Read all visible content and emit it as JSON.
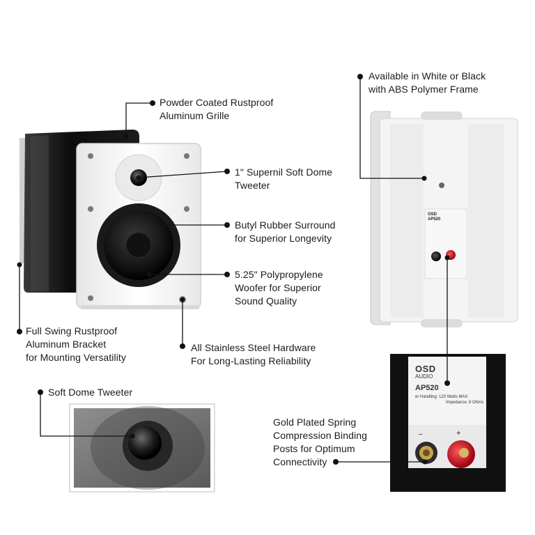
{
  "callouts": {
    "grille": [
      "Powder Coated Rustproof",
      "Aluminum Grille"
    ],
    "tweeter": [
      "1\" Supernil Soft Dome",
      "Tweeter"
    ],
    "surround": [
      "Butyl Rubber Surround",
      "for Superior Longevity"
    ],
    "woofer": [
      "5.25\" Polypropylene",
      "Woofer for Superior",
      "Sound Quality"
    ],
    "hardware": [
      "All Stainless Steel Hardware",
      "For Long-Lasting Reliability"
    ],
    "bracket": [
      "Full Swing Rustproof",
      "Aluminum Bracket",
      "for Mounting Versatility"
    ],
    "soft_dome": [
      "Soft Dome Tweeter"
    ],
    "colors": [
      "Available in White or Black",
      "with ABS Polymer Frame"
    ],
    "binding": [
      "Gold Plated Spring",
      "Compression Binding",
      "Posts for Optimum",
      "Connectivity"
    ]
  },
  "labels": {
    "brand_small": "OSD",
    "model_small": "AP520",
    "brand_large": "OSD",
    "brand_large_sub": "AUDIO",
    "model_large": "AP520",
    "spec_line1": "er Handling: 120 Watts MAX",
    "spec_line2": "Impedance: 8 Ohms",
    "minus_mark": "–",
    "plus_mark": "+"
  },
  "colors": {
    "speaker_white": "#f2f2f2",
    "speaker_black": "#161616",
    "binding_red": "#c8102e",
    "binding_gold": "#c9a24a"
  }
}
